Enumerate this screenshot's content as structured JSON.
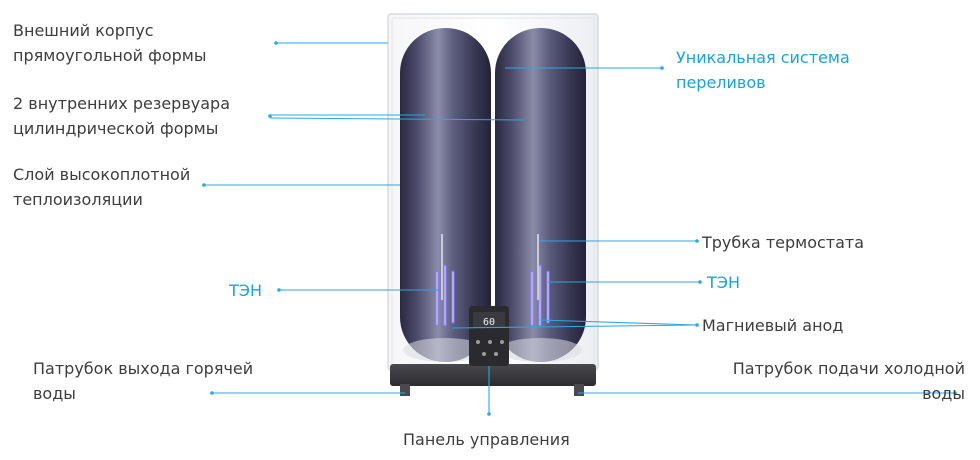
{
  "labels": {
    "outer_case": "Внешний корпус\nпрямоугольной формы",
    "inner_tanks": "2 внутренних резервуара\nцилиндрической формы",
    "insulation": "Слой высокоплотной\nтеплоизоляции",
    "heater_left": "ТЭН",
    "hot_outlet": "Патрубок выхода горячей\nводы",
    "overflow_system": "Уникальная система\nпереливов",
    "thermostat_tube": "Трубка термостата",
    "heater_right": "ТЭН",
    "magnesium_anode": "Магниевый анод",
    "cold_inlet": "Патрубок подачи холодной\nводы",
    "control_panel": "Панель управления"
  },
  "display": {
    "temperature": "60"
  },
  "colors": {
    "accent": "#27a9e1",
    "label_text": "#3d3d3d",
    "highlight_text": "#1aa3d9",
    "tank_dark": "#2e2c45",
    "tank_mid": "#5b5c80",
    "element_glow": "#6b5cff"
  }
}
